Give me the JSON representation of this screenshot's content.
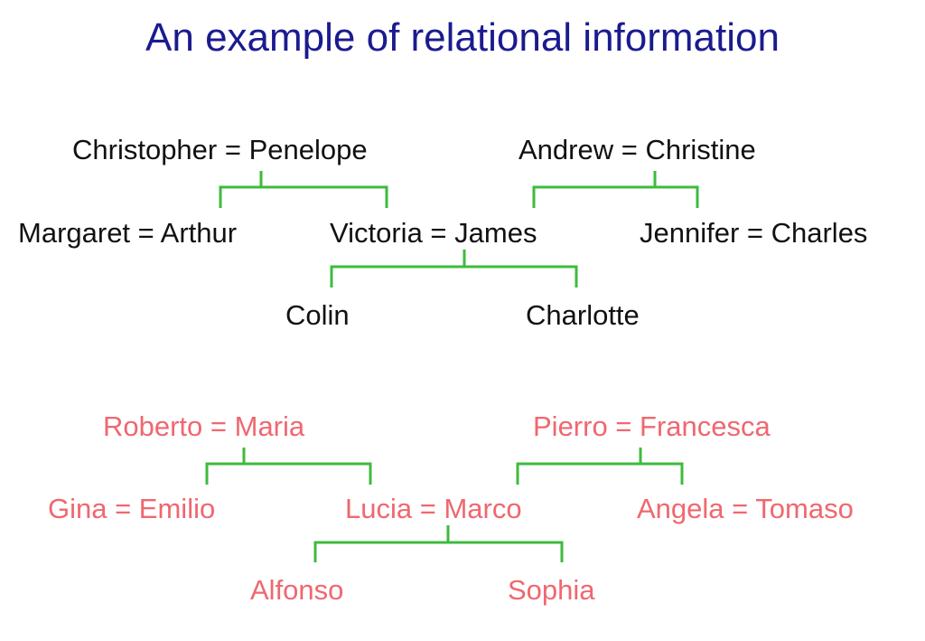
{
  "title": "An example of relational information",
  "colors": {
    "title": "#1b1b8f",
    "english_text": "#111111",
    "italian_text": "#f0676f",
    "connector": "#3dbb3d"
  },
  "english": {
    "christopher_penelope": "Christopher = Penelope",
    "andrew_christine": "Andrew = Christine",
    "margaret_arthur": "Margaret = Arthur",
    "victoria_james": "Victoria = James",
    "jennifer_charles": "Jennifer = Charles",
    "colin": "Colin",
    "charlotte": "Charlotte"
  },
  "italian": {
    "roberto_maria": "Roberto = Maria",
    "pierro_francesca": "Pierro = Francesca",
    "gina_emilio": "Gina = Emilio",
    "lucia_marco": "Lucia = Marco",
    "angela_tomaso": "Angela = Tomaso",
    "alfonso": "Alfonso",
    "sophia": "Sophia"
  }
}
